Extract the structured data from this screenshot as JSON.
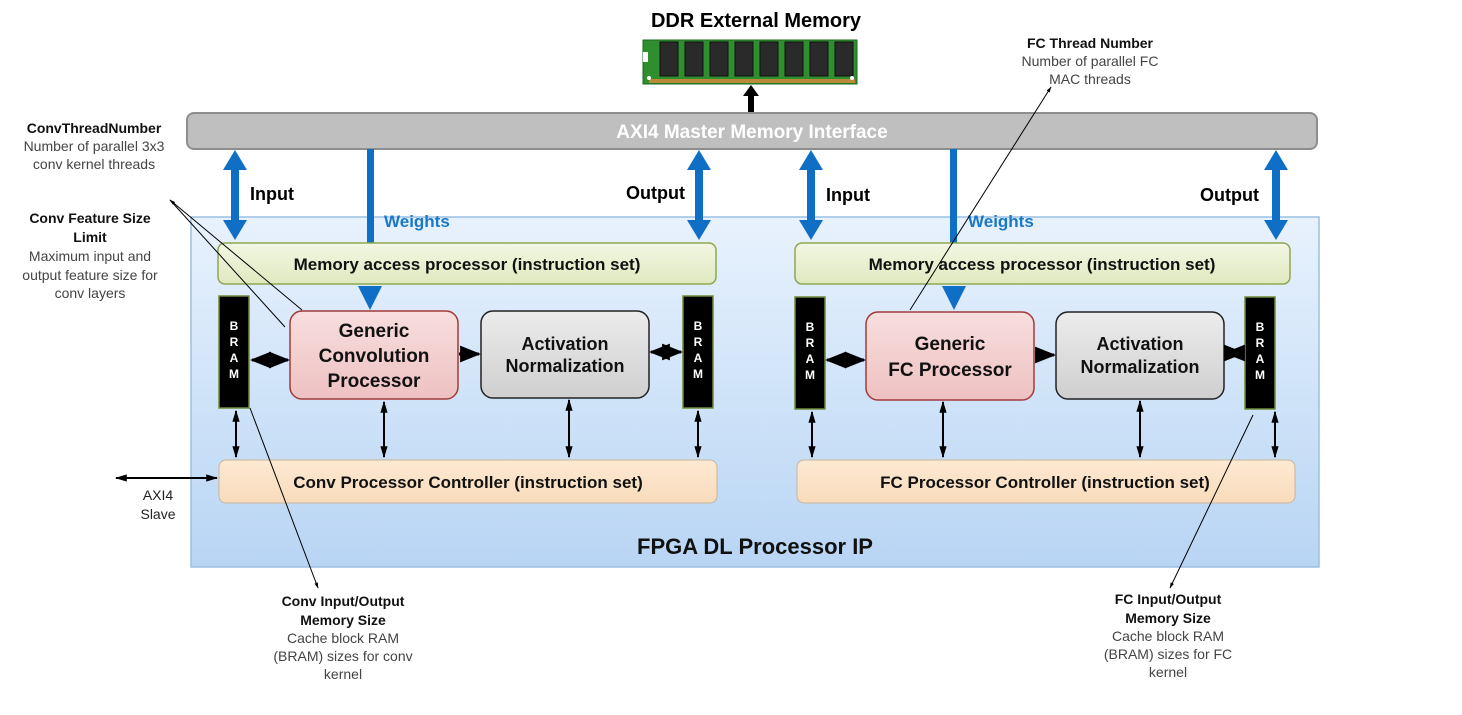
{
  "ddr": {
    "title": "DDR External Memory"
  },
  "axi_master": {
    "label": "AXI4 Master Memory Interface"
  },
  "conv": {
    "input_label": "Input",
    "output_label": "Output",
    "weights_label": "Weights",
    "memory_access": "Memory access processor (instruction set)",
    "bram_letters": [
      "B",
      "R",
      "A",
      "M"
    ],
    "processor_lines": [
      "Generic",
      "Convolution",
      "Processor"
    ],
    "activation_lines": [
      "Activation",
      "Normalization"
    ],
    "controller": "Conv Processor Controller (instruction set)"
  },
  "fc": {
    "input_label": "Input",
    "output_label": "Output",
    "weights_label": "Weights",
    "memory_access": "Memory access processor (instruction set)",
    "bram_letters": [
      "B",
      "R",
      "A",
      "M"
    ],
    "processor_lines": [
      "Generic",
      "FC Processor"
    ],
    "activation_lines": [
      "Activation",
      "Normalization"
    ],
    "controller": "FC Processor Controller (instruction set)"
  },
  "ip_label": "FPGA DL Processor IP",
  "axi_slave": [
    "AXI4",
    "Slave"
  ],
  "annotations": {
    "conv_thread": {
      "title": "ConvThreadNumber",
      "lines": [
        "Number of parallel 3x3",
        "conv kernel threads"
      ]
    },
    "conv_feature": {
      "title_lines": [
        "Conv Feature Size",
        "Limit"
      ],
      "lines": [
        "Maximum input and",
        "output feature size for",
        "conv layers"
      ]
    },
    "fc_thread": {
      "title": "FC Thread Number",
      "lines": [
        "Number of parallel FC",
        "MAC threads"
      ]
    },
    "conv_mem": {
      "title_lines": [
        "Conv Input/Output",
        "Memory Size"
      ],
      "lines": [
        "Cache block RAM",
        "(BRAM) sizes for conv",
        "kernel"
      ]
    },
    "fc_mem": {
      "title_lines": [
        "FC Input/Output",
        "Memory Size"
      ],
      "lines": [
        "Cache block RAM",
        "(BRAM) sizes for FC",
        "kernel"
      ]
    }
  },
  "colors": {
    "arrow_blue": "#0f6fc6",
    "ip_bg_top": "#e6f1fd",
    "ip_bg_bottom": "#b9d6f5",
    "bar_gray": "#bfbfbf",
    "mem_access_fill": "#eaf1d3",
    "mem_access_border": "#8fa850",
    "processor_fill": "#f2c9c9",
    "processor_border": "#a33a3a",
    "activation_fill": "#d6d6d6",
    "controller_fill": "#fbe0c1",
    "bram_fill": "#000000",
    "dimm_green": "#2f8f2f"
  }
}
